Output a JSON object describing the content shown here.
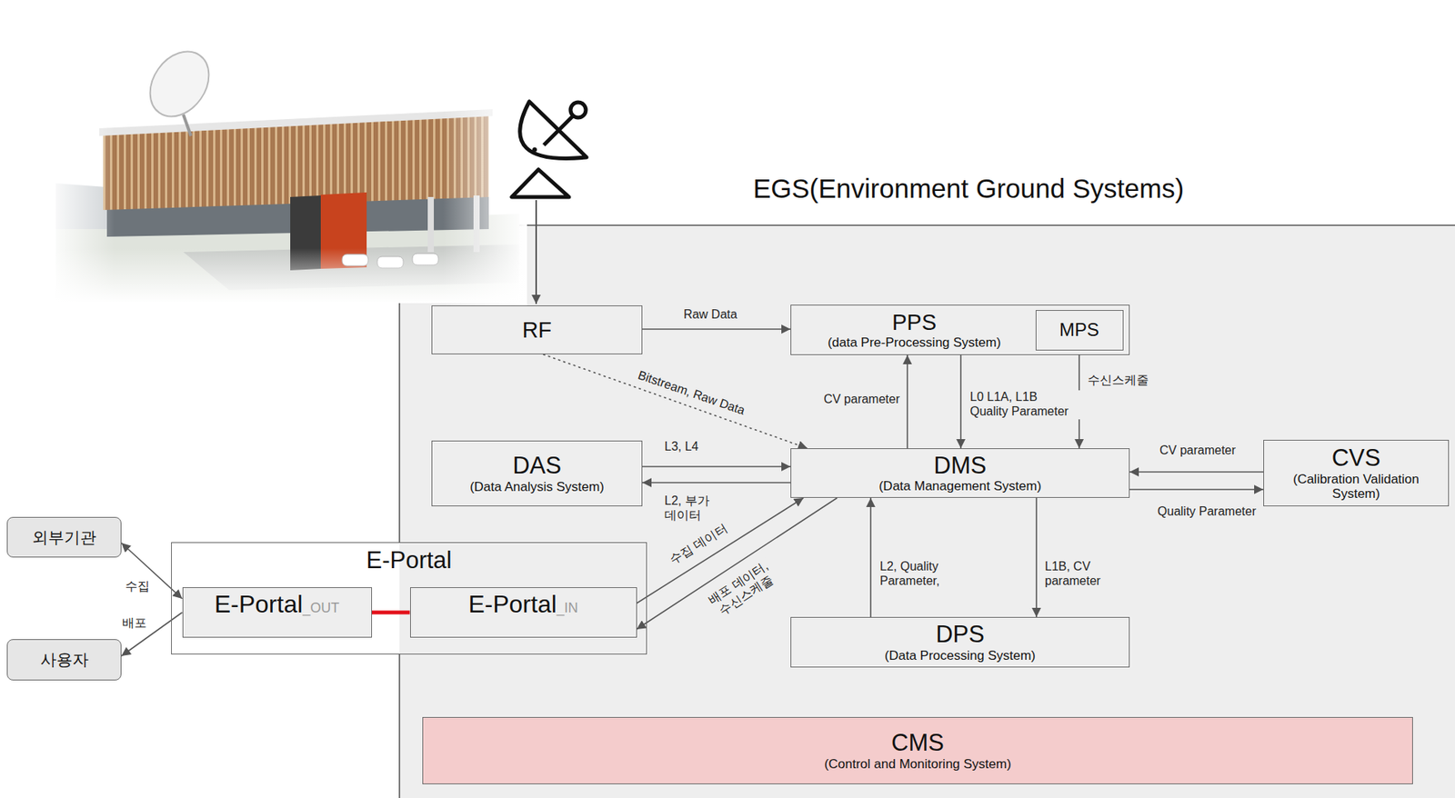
{
  "diagram": {
    "title": "EGS(Environment Ground Systems)",
    "nodes": [
      {
        "text": [
          "RF"
        ]
      },
      {
        "text": [
          "PPS",
          "(data Pre-Processing System)"
        ]
      },
      {
        "text": [
          "MPS"
        ],
        "in": 1
      },
      {
        "text": [
          "DAS",
          "(Data Analysis System)"
        ]
      },
      {
        "text": [
          "DMS",
          "(Data Management System)"
        ]
      },
      {
        "text": [
          "CVS",
          "(Calibration Validation System)"
        ]
      },
      {
        "text": [
          "외부기관"
        ]
      },
      {
        "text": [
          "E-Portal"
        ]
      },
      {
        "text": [
          "E-Portal",
          "_OUT"
        ],
        "in": 7
      },
      {
        "text": [
          "E-Portal",
          "_IN"
        ],
        "in": 7
      },
      {
        "text": [
          "사용자"
        ]
      },
      {
        "text": [
          "DPS",
          "(Data Processing System)"
        ]
      },
      {
        "text": [
          "CMS",
          "(Control and Monitoring System)"
        ]
      }
    ],
    "edges": [
      {
        "from": 0,
        "to": 1,
        "label": "Raw Data",
        "arrow": "to"
      },
      {
        "from": 0,
        "to": 4,
        "label": "Bitstream, Raw Data",
        "arrow": "to"
      },
      {
        "from": 4,
        "to": 1,
        "label": "CV parameter",
        "arrow": "to"
      },
      {
        "from": 1,
        "to": 4,
        "label": "L0 L1A, L1B Quality Parameter",
        "arrow": "to"
      },
      {
        "from": 2,
        "to": 4,
        "label": "수신스케줄",
        "arrow": "to"
      },
      {
        "from": 3,
        "to": 4,
        "label": "L3, L4",
        "arrow": "to"
      },
      {
        "from": 4,
        "to": 3,
        "label": "L2, 부가 데이터",
        "arrow": "to"
      },
      {
        "from": 5,
        "to": 4,
        "label": "CV parameter",
        "arrow": "to"
      },
      {
        "from": 4,
        "to": 5,
        "label": "Quality Parameter",
        "arrow": "to"
      },
      {
        "from": 11,
        "to": 4,
        "label": "L2, Quality Parameter,",
        "arrow": "to"
      },
      {
        "from": 4,
        "to": 11,
        "label": "L1B, CV parameter",
        "arrow": "to"
      },
      {
        "from": 9,
        "to": 4,
        "label": "수집 데이터",
        "arrow": "to"
      },
      {
        "from": 4,
        "to": 9,
        "label": "배포 데이터, 수신스케줄",
        "arrow": "to"
      },
      {
        "from": 6,
        "to": 8,
        "label": "수집",
        "arrow": "both"
      },
      {
        "from": 8,
        "to": 10,
        "label": "배포",
        "arrow": "to"
      },
      {
        "from": 8,
        "to": 9,
        "arrow": "none"
      }
    ]
  }
}
